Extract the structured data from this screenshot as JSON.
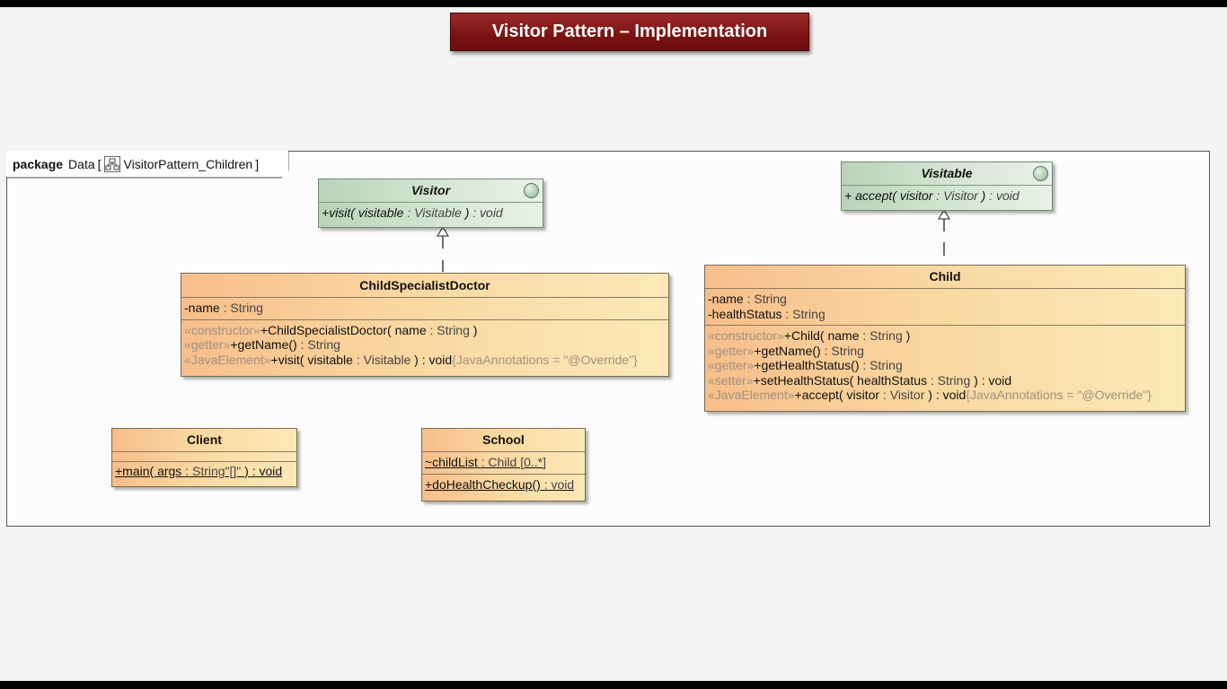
{
  "title": "Visitor Pattern – Implementation",
  "package": {
    "keyword": "package",
    "name": "Data",
    "bracket_open": "[",
    "diagram_name": "VisitorPattern_Children",
    "bracket_close": "]"
  },
  "visitor": {
    "name": "Visitor",
    "op": {
      "prefix": "+",
      "name": "visit(",
      "param": "visitable",
      "type": ": Visitable",
      "close": ")",
      "ret": ": void"
    }
  },
  "visitable": {
    "name": "Visitable",
    "op": {
      "prefix": "+",
      "name": "accept(",
      "param": "visitor",
      "type": ": Visitor",
      "close": ")",
      "ret": ": void"
    }
  },
  "doctor": {
    "name": "ChildSpecialistDoctor",
    "attr": {
      "name": "-name",
      "type": ": String"
    },
    "ops": [
      {
        "stereo": "«constructor»",
        "sig": "+ChildSpecialistDoctor( name",
        "type": ": String",
        "end": ")",
        "extra": ""
      },
      {
        "stereo": "«getter»",
        "sig": "+getName()",
        "type": ": String",
        "end": "",
        "extra": ""
      },
      {
        "stereo": "«JavaElement»",
        "sig": "+visit( visitable",
        "type": ": Visitable",
        "end": ") : void",
        "extra": "{JavaAnnotations = \"@Override\"}"
      }
    ]
  },
  "child": {
    "name": "Child",
    "attrs": [
      {
        "name": "-name",
        "type": ": String"
      },
      {
        "name": "-healthStatus",
        "type": ": String"
      }
    ],
    "ops": [
      {
        "stereo": "«constructor»",
        "sig": "+Child( name",
        "type": ": String",
        "end": ")",
        "extra": ""
      },
      {
        "stereo": "«getter»",
        "sig": "+getName()",
        "type": ": String",
        "end": "",
        "extra": ""
      },
      {
        "stereo": "«getter»",
        "sig": "+getHealthStatus()",
        "type": ": String",
        "end": "",
        "extra": ""
      },
      {
        "stereo": "«setter»",
        "sig": "+setHealthStatus( healthStatus",
        "type": ": String",
        "end": ") : void",
        "extra": ""
      },
      {
        "stereo": "«JavaElement»",
        "sig": "+accept( visitor",
        "type": ": Visitor",
        "end": ") : void",
        "extra": "{JavaAnnotations = \"@Override\"}"
      }
    ]
  },
  "client": {
    "name": "Client",
    "op": {
      "sig": "+main( args",
      "type": ": String\"[]\"",
      "end": ") : void"
    }
  },
  "school": {
    "name": "School",
    "attr": {
      "name": "~childList",
      "type": ": Child [0..*]"
    },
    "op": {
      "sig": "+doHealthCheckup()",
      "type": ": void"
    }
  }
}
